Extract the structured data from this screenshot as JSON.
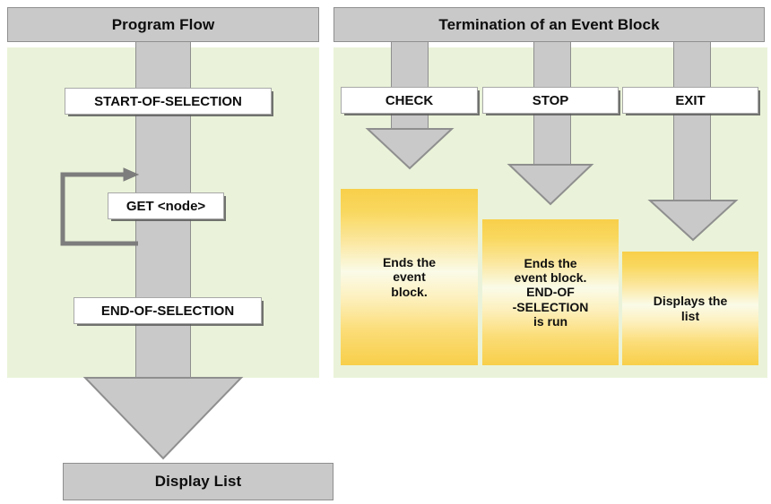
{
  "colors": {
    "header_gray": "#c9c9c9",
    "border_gray": "#8f8f8f",
    "panel_green": "#eaf3d9",
    "yellow_edge": "#f8cf4a",
    "yellow_center": "#fafbe8",
    "text": "#0d0d0d",
    "page_background": "#ffffff"
  },
  "left_panel": {
    "title": "Program Flow",
    "steps": [
      {
        "label": "START-OF-SELECTION"
      },
      {
        "label": "GET <node>"
      },
      {
        "label": "END-OF-SELECTION"
      }
    ],
    "loop": {
      "name": "get-loop-arrow",
      "direction": "upward-left-return"
    },
    "terminal": {
      "label": "Display List"
    },
    "flow_arrow": {
      "name": "program-flow-down-arrow",
      "direction": "down"
    }
  },
  "right_panel": {
    "title": "Termination of an Event Block",
    "columns": [
      {
        "statement": "CHECK",
        "arrow": {
          "name": "check-down-arrow",
          "direction": "down"
        },
        "description": "Ends the event block."
      },
      {
        "statement": "STOP",
        "arrow": {
          "name": "stop-down-arrow",
          "direction": "down"
        },
        "description": "Ends the event block. END-OF -SELECTION is run"
      },
      {
        "statement": "EXIT",
        "arrow": {
          "name": "exit-down-arrow",
          "direction": "down"
        },
        "description": "Displays the list"
      }
    ],
    "description_lines": [
      [
        "Ends the",
        "event",
        "block."
      ],
      [
        "Ends the",
        "event block.",
        "END-OF",
        "-SELECTION",
        "is run"
      ],
      [
        "Displays the",
        "list"
      ]
    ]
  }
}
